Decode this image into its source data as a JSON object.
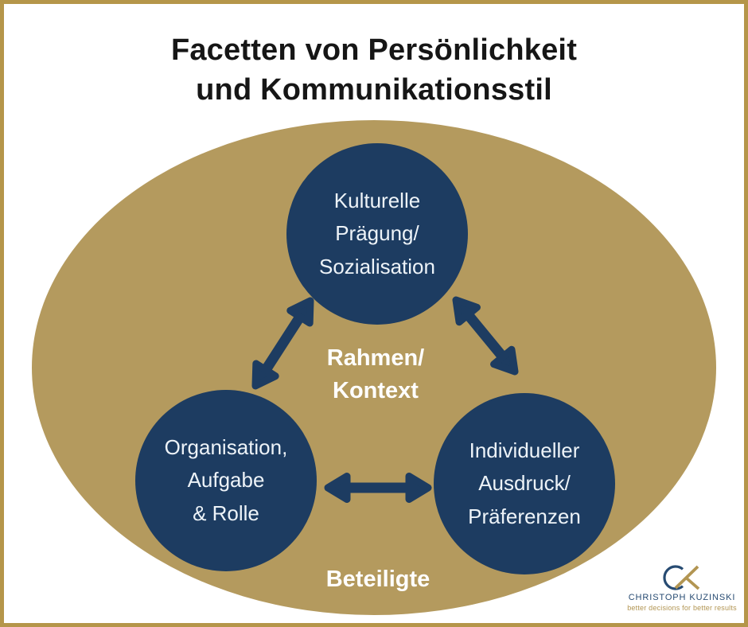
{
  "title": {
    "line1": "Facetten von Persönlichkeit",
    "line2": "und Kommunikationsstil"
  },
  "diagram": {
    "nodes": [
      {
        "id": "kulturelle-praegung",
        "label_lines": [
          "Kulturelle",
          "Prägung/",
          "Sozialisation"
        ]
      },
      {
        "id": "organisation-aufgabe-rolle",
        "label_lines": [
          "Organisation,",
          "Aufgabe",
          "& Rolle"
        ]
      },
      {
        "id": "individueller-ausdruck",
        "label_lines": [
          "Individueller",
          "Ausdruck/",
          "Präferenzen"
        ]
      }
    ],
    "zone_labels": [
      {
        "id": "rahmen-kontext",
        "lines": [
          "Rahmen/",
          "Kontext"
        ]
      },
      {
        "id": "beteiligte",
        "lines": [
          "Beteiligte"
        ]
      }
    ],
    "connector_icon": "double-headed-arrow"
  },
  "branding": {
    "monogram": "CK",
    "name": "CHRISTOPH KUZINSKI",
    "tagline": "better decisions for better results"
  },
  "colors": {
    "navy": "#1d3c61",
    "tan": "#b49a5e",
    "border_gold": "#b5964a",
    "logo_navy": "#274b72",
    "logo_gold": "#b29552",
    "circle_text": "#edf3f8",
    "label_white": "#ffffff",
    "title_black": "#161616"
  }
}
